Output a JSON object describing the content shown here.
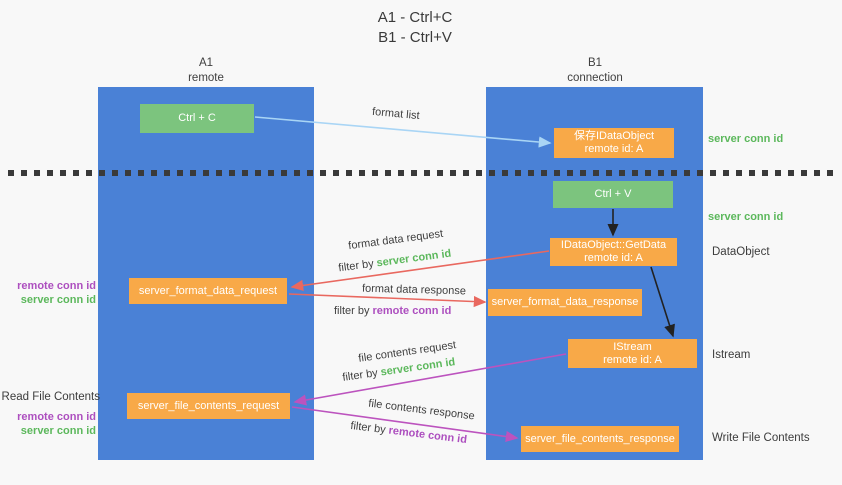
{
  "title": {
    "line1": "A1 - Ctrl+C",
    "line2": "B1 - Ctrl+V"
  },
  "lanes": {
    "left": {
      "name": "A1",
      "role": "remote"
    },
    "right": {
      "name": "B1",
      "role": "connection"
    }
  },
  "nodes": {
    "ctrl_c": "Ctrl + C",
    "ctrl_v": "Ctrl + V",
    "save_idataobject_line1": "保存IDataObject",
    "save_idataobject_line2": "remote id: A",
    "getdata_line1": "IDataObject::GetData",
    "getdata_line2": "remote id: A",
    "istream_line1": "IStream",
    "istream_line2": "remote id: A",
    "format_request": "server_format_data_request",
    "format_response": "server_format_data_response",
    "file_request": "server_file_contents_request",
    "file_response": "server_file_contents_response"
  },
  "arrow_labels": {
    "format_list": "format list",
    "format_data_request": "format data request",
    "format_data_response": "format data response",
    "file_contents_request": "file contents request",
    "file_contents_response": "file contents response",
    "filter_by": "filter by",
    "server_conn_id": "server conn id",
    "remote_conn_id": "remote conn id"
  },
  "side_labels": {
    "server_conn_id": "server conn id",
    "remote_conn_id": "remote conn id",
    "dataobject": "DataObject",
    "istream": "Istream",
    "read_file_contents": "Read File Contents",
    "write_file_contents": "Write File Contents"
  },
  "colors": {
    "lifeline_blue": "#4a81d6",
    "node_green": "#7cc47e",
    "node_orange": "#f8a948",
    "text_green": "#5cb85c",
    "text_purple": "#ad4fbf",
    "arrow_red": "#e9685f",
    "arrow_magenta": "#bc53be",
    "arrow_lightblue": "#a9d5f5",
    "arrow_black": "#222222",
    "dotted_line": "#3a3a3a",
    "background": "#f8f8f8"
  }
}
